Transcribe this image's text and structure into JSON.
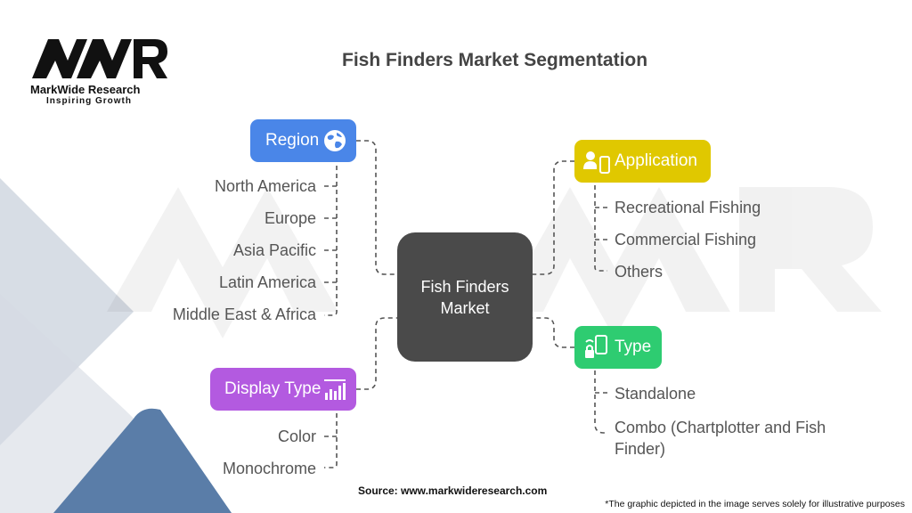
{
  "brand": {
    "name": "MarkWide Research",
    "tagline": "Inspiring Growth"
  },
  "title": "Fish Finders Market Segmentation",
  "center": {
    "label": "Fish Finders Market"
  },
  "segments": {
    "region": {
      "label": "Region",
      "icon": "globe-icon",
      "color": "#4a86e8",
      "items": [
        "North America",
        "Europe",
        "Asia Pacific",
        "Latin America",
        "Middle East & Africa"
      ]
    },
    "display_type": {
      "label": "Display Type",
      "icon": "bar-chart-icon",
      "color": "#b35ae0",
      "items": [
        "Color",
        "Monochrome"
      ]
    },
    "application": {
      "label": "Application",
      "icon": "user-device-icon",
      "color": "#e0c800",
      "items": [
        "Recreational Fishing",
        "Commercial Fishing",
        "Others"
      ]
    },
    "type": {
      "label": "Type",
      "icon": "phone-lock-icon",
      "color": "#2ecc71",
      "items": [
        "Standalone",
        "Combo (Chartplotter and Fish Finder)"
      ]
    }
  },
  "source": "Source: www.markwideresearch.com",
  "disclaimer": "*The graphic depicted in the image serves solely for illustrative purposes"
}
